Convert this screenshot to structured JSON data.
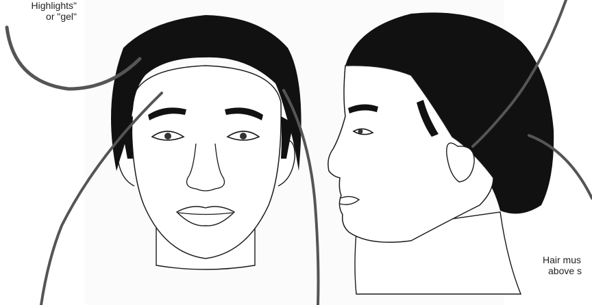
{
  "labels": {
    "highlights_line1": "Highlights\"",
    "highlights_line2": "or \"gel\"",
    "hair_line1": "Hair mus",
    "hair_line2": "above s"
  },
  "colors": {
    "hair": "#111111",
    "skin": "#ffffff",
    "outline": "#1a1a1a",
    "pointer": "#555555",
    "background": "#ffffff"
  }
}
